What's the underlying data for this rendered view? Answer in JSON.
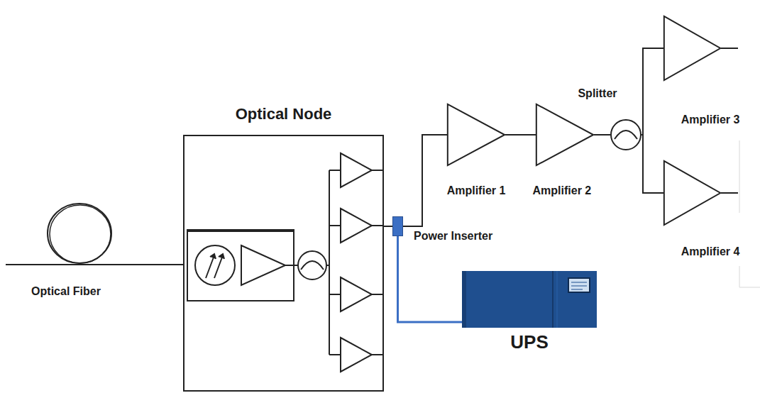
{
  "diagram": {
    "nodes": [
      {
        "text": [
          "Optical Fiber"
        ]
      },
      {
        "text": [
          "Optical Node"
        ]
      },
      {
        "text": [
          "Power Inserter"
        ]
      },
      {
        "text": [
          "Amplifier 1"
        ]
      },
      {
        "text": [
          "Amplifier 2"
        ]
      },
      {
        "text": [
          "Splitter"
        ]
      },
      {
        "text": [
          "Amplifier 3"
        ]
      },
      {
        "text": [
          "Amplifier 4"
        ]
      },
      {
        "text": [
          "UPS"
        ]
      }
    ],
    "edges": [
      {
        "from": 0,
        "to": 1,
        "arrow": "none"
      },
      {
        "from": 1,
        "to": 2,
        "arrow": "none"
      },
      {
        "from": 2,
        "to": 3,
        "arrow": "none"
      },
      {
        "from": 3,
        "to": 4,
        "arrow": "none"
      },
      {
        "from": 4,
        "to": 5,
        "arrow": "none"
      },
      {
        "from": 5,
        "to": 6,
        "arrow": "none"
      },
      {
        "from": 5,
        "to": 7,
        "arrow": "none"
      },
      {
        "from": 2,
        "to": 8,
        "arrow": "none"
      }
    ]
  }
}
